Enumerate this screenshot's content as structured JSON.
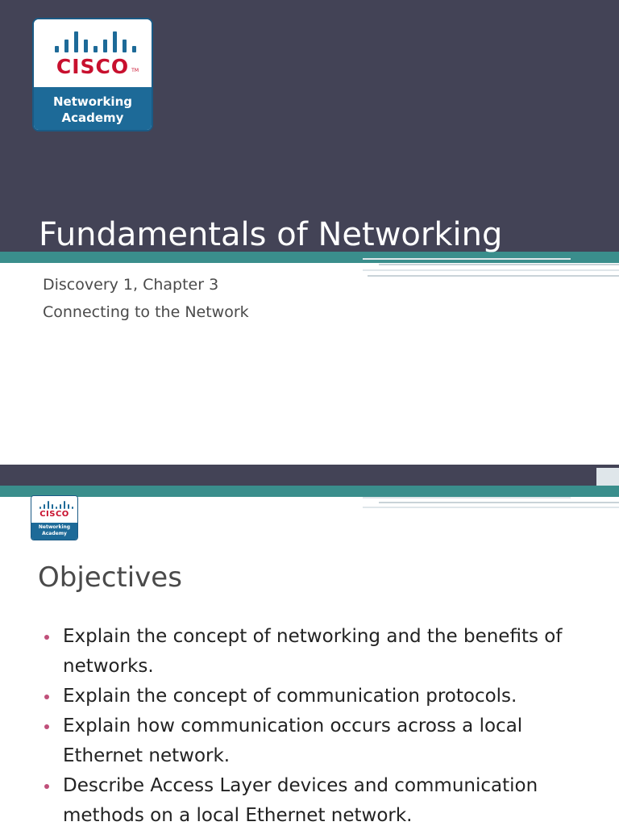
{
  "logo": {
    "wordmark": "CISCO",
    "trademark": "TM",
    "program_line1": "Networking",
    "program_line2": "Academy"
  },
  "slide1": {
    "title": "Fundamentals of Networking",
    "subtitle_line1": "Discovery 1, Chapter 3",
    "subtitle_line2": "Connecting to the Network"
  },
  "slide2": {
    "heading": "Objectives",
    "bullets": [
      "Explain the concept of networking and the benefits of networks.",
      "Explain the concept of communication protocols.",
      "Explain how communication occurs across a local Ethernet network.",
      "Describe Access Layer devices and communication methods on a local Ethernet network."
    ]
  },
  "colors": {
    "dark_band": "#434356",
    "teal_band": "#3a8e8c",
    "cisco_blue": "#1d6a98",
    "cisco_red": "#c8102e",
    "bullet": "#c0507a"
  },
  "icons": {
    "logo_bars": "cisco-bridge-bars-icon",
    "bullet": "bullet-dot-icon"
  }
}
